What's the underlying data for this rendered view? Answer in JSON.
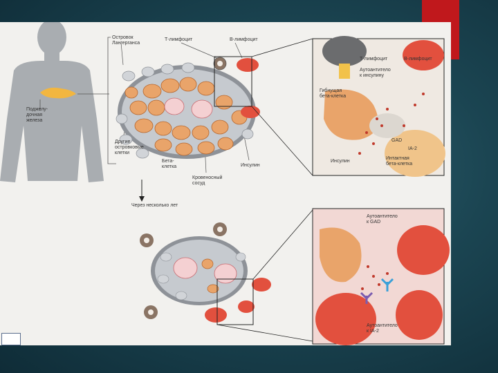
{
  "labels": {
    "islet": "Островок\nЛангерганса",
    "t_lymph": "Т-лимфоцит",
    "b_lymph": "В-лимфоцит",
    "pancreas": "Поджелу-\nдочная\nжелеза",
    "other_cells": "Другие\nостровковые\nклетки",
    "beta_cell": "Бета-\nклетка",
    "insulin": "Инсулин",
    "vessel": "Кровеносный\nсосуд",
    "years": "Через несколько лет",
    "z1_t": "Т-лимфоцит",
    "z1_b": "В-лимфоцит",
    "z1_ab_ins": "Аутоантитело\nк инсулину",
    "z1_dying": "Гибнущая\nбета-клетка",
    "z1_gad": "GAD",
    "z1_ia2": "IA-2",
    "z1_intact": "Интактная\nбета-клетка",
    "z1_insulin": "Инсулин",
    "z2_ab_gad": "Аутоантитело\nк GAD",
    "z2_ab_ia2": "Аутоантитело\nк IA-2"
  },
  "colors": {
    "accent": "#c0181c",
    "beta": "#e9a46a",
    "other": "#b9bec4",
    "rbc": "#e2503e"
  }
}
